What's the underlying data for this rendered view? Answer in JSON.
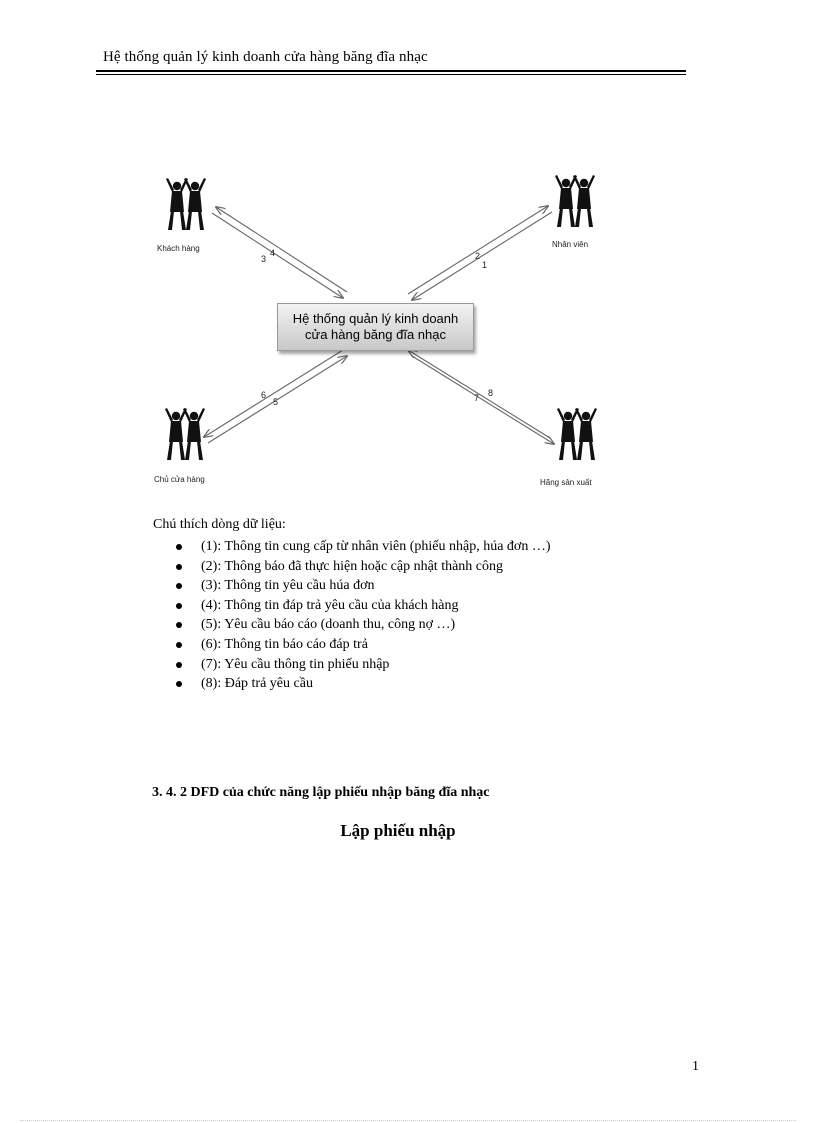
{
  "header": {
    "title": "Hệ thống  quản lý kinh  doanh cửa hàng băng đĩa nhạc"
  },
  "diagram": {
    "center_line1": "Hệ thống quản lý kinh doanh",
    "center_line2": "cửa hàng băng đĩa nhạc",
    "actors": {
      "customer": "Khách hàng",
      "staff": "Nhân viên",
      "owner": "Chủ cửa hàng",
      "producer": "Hãng sản xuất"
    },
    "flow_numbers": [
      "1",
      "2",
      "3",
      "4",
      "5",
      "6",
      "7",
      "8"
    ]
  },
  "legend": {
    "title": "Chú thích  dòng dữ liệu:",
    "items": [
      "(1): Thông  tin cung  cấp từ nhân viên  (phiếu nhập, húa đơn …)",
      "(2): Thông  báo đã thực hiện  hoặc cập nhật thành công",
      "(3): Thông  tin yêu cầu húa đơn",
      "(4): Thông  tin đáp trả yêu  cầu của khách hàng",
      "(5): Yêu cầu báo cáo (doanh thu,  công nợ …)",
      "(6): Thông  tin báo cáo đáp trả",
      "(7): Yêu cầu thông tin phiếu  nhập",
      "(8): Đáp trả yêu cầu"
    ]
  },
  "section": {
    "heading": "3. 4. 2 DFD của chức năng lập phiếu nhập băng đĩa nhạc",
    "subheading": "Lập phiếu nhập"
  },
  "footer": {
    "page_number": "1"
  }
}
